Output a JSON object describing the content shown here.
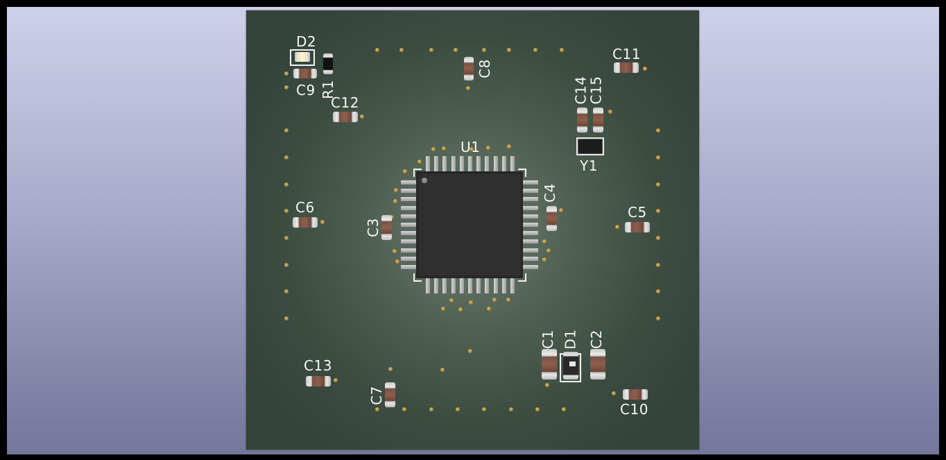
{
  "app": {
    "name": "KiCad 3D Viewer"
  },
  "board": {
    "colors": {
      "background_top": "#cfd0ea",
      "background_bottom": "#74769a",
      "soldermask": "#3c4c41",
      "silkscreen": "#f4f4f4",
      "via": "#b8943d",
      "ic_body": "#2f2f2f"
    },
    "refs": {
      "D2": "D2",
      "C9": "C9",
      "R1": "R1",
      "C8": "C8",
      "C11": "C11",
      "C12": "C12",
      "C14": "C14",
      "C15": "C15",
      "U1": "U1",
      "Y1": "Y1",
      "C4": "C4",
      "C6": "C6",
      "C3": "C3",
      "C5": "C5",
      "C1": "C1",
      "D1": "D1",
      "C2": "C2",
      "C13": "C13",
      "C7": "C7",
      "C10": "C10"
    }
  }
}
